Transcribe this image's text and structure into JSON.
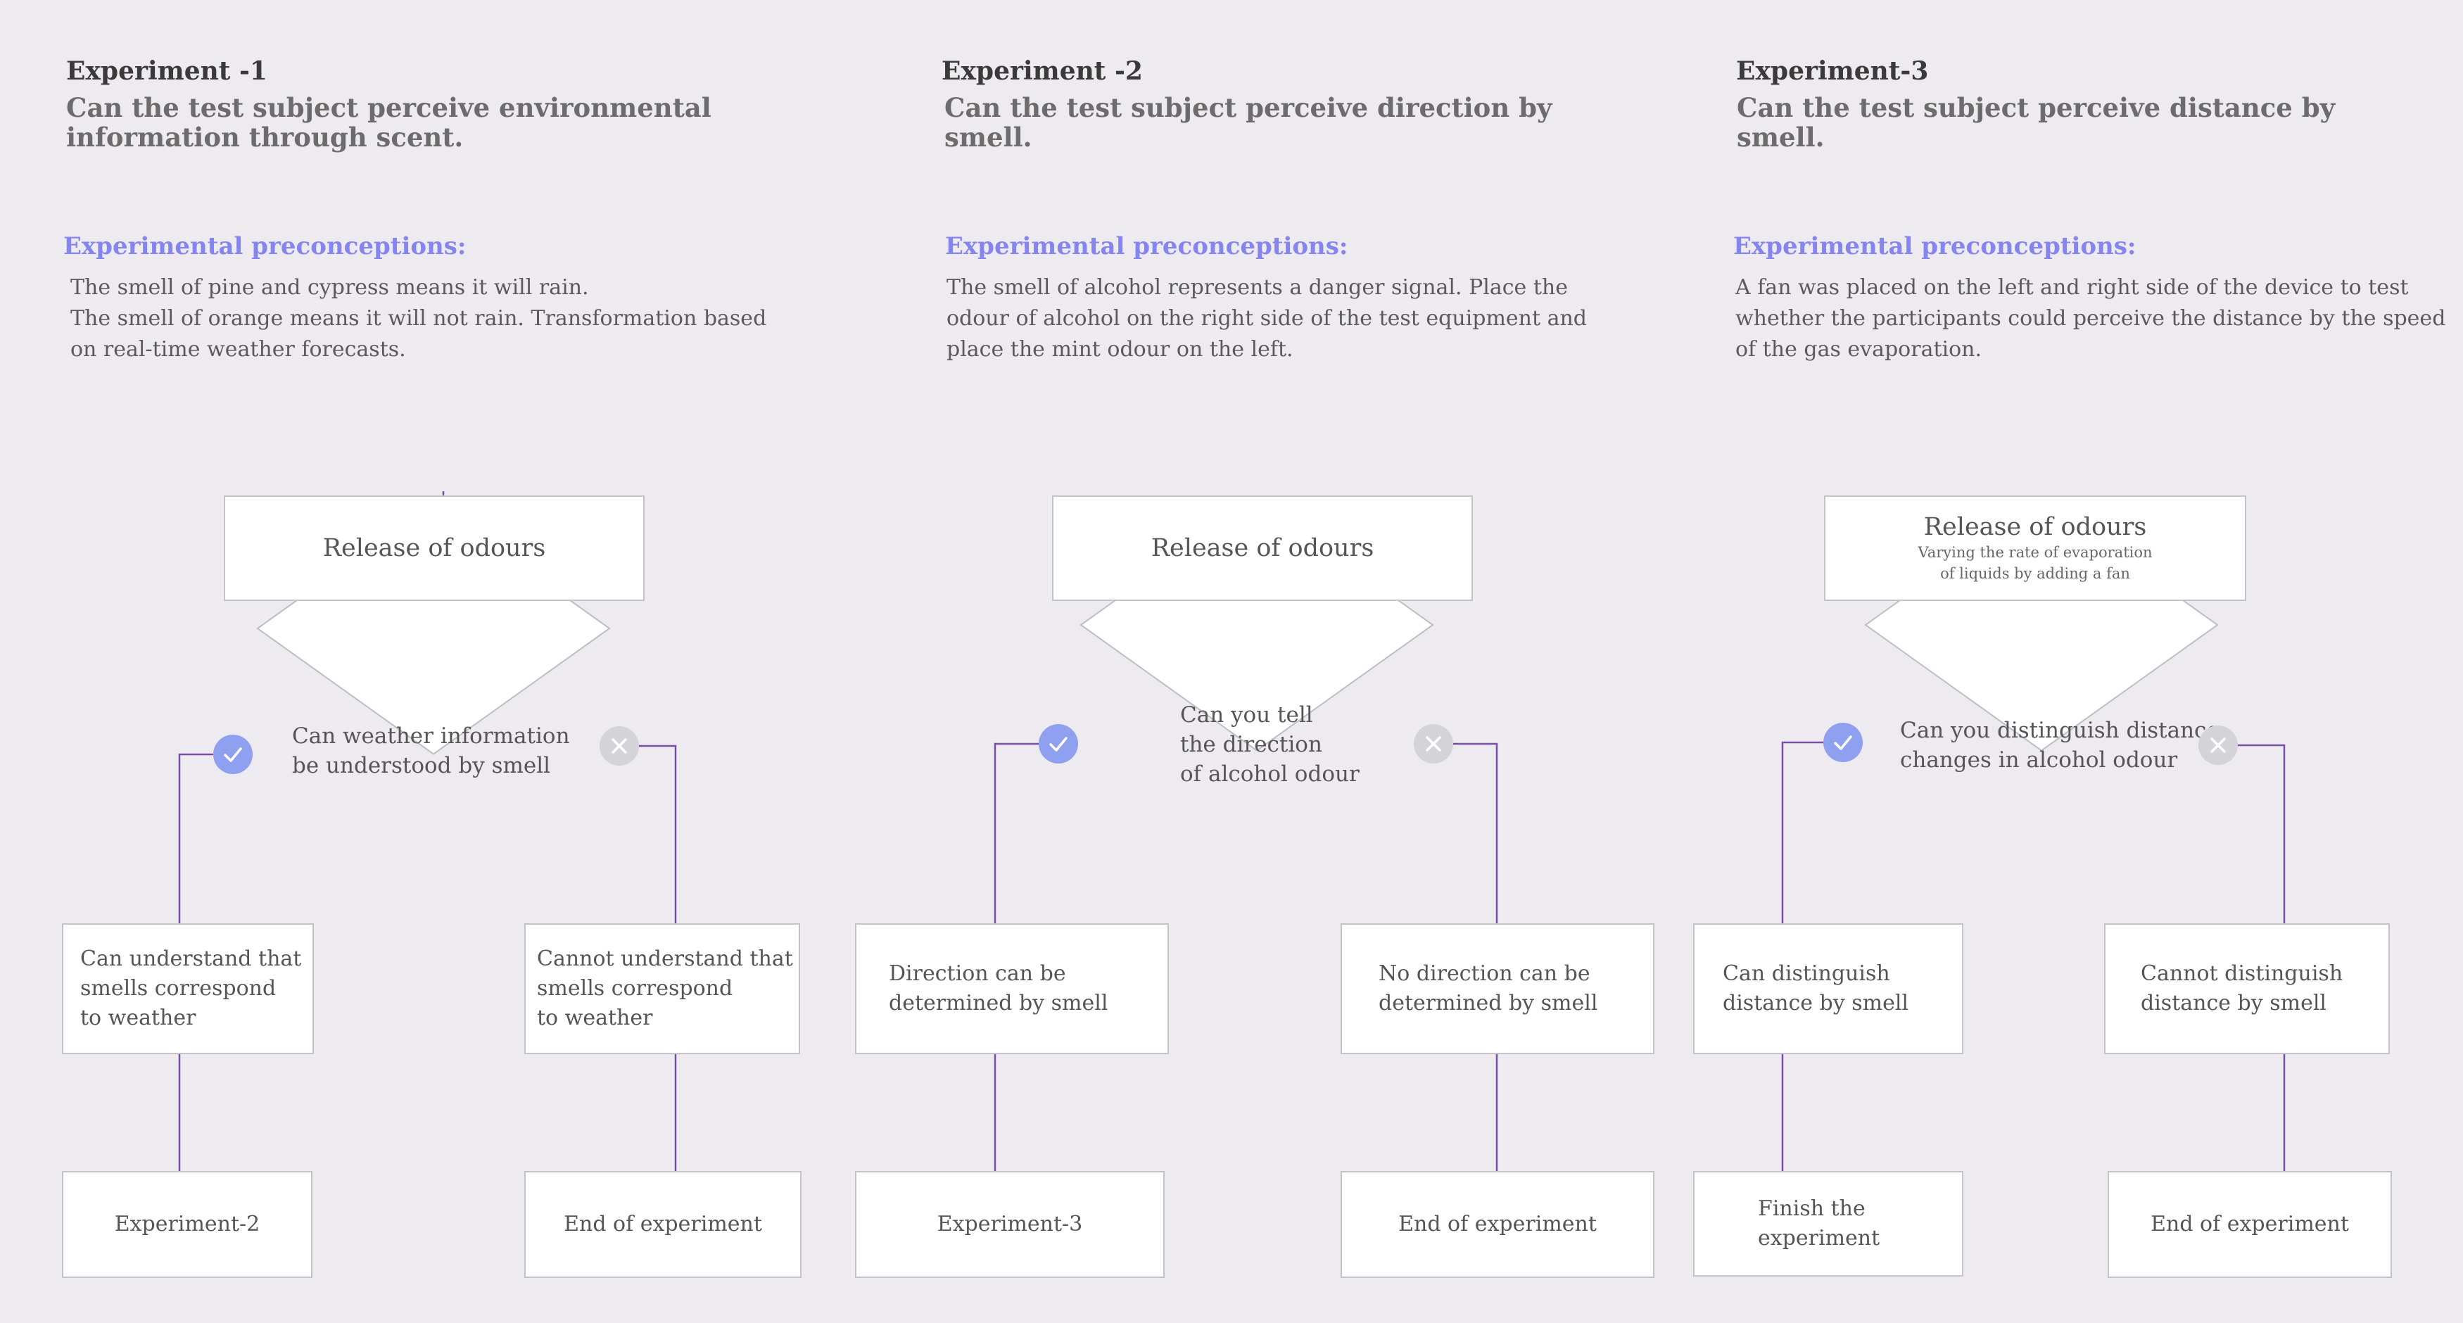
{
  "experiments": [
    {
      "title": "Experiment -1",
      "question": [
        "Can the test subject perceive environmental",
        "information through scent."
      ],
      "preconceptions_label": "Experimental preconceptions:",
      "preconceptions": [
        "The smell of pine and cypress means it will rain.",
        "The smell of orange means it will not rain. Transformation based",
        "on real-time weather forecasts."
      ],
      "release": {
        "title": "Release of odours",
        "subtitle": []
      },
      "decision": [
        "Can weather information",
        "be understood by smell"
      ],
      "yes_outcome": [
        "Can understand that",
        "smells correspond",
        "to weather"
      ],
      "no_outcome": [
        "Cannot understand that",
        "smells correspond",
        "to weather"
      ],
      "yes_next": [
        "Experiment-2"
      ],
      "no_next": [
        "End of experiment"
      ]
    },
    {
      "title": "Experiment -2",
      "question": [
        "Can the test subject perceive direction by smell."
      ],
      "preconceptions_label": "Experimental preconceptions:",
      "preconceptions": [
        "The smell of alcohol represents a danger signal. Place the",
        "odour of alcohol on the right side of the test equipment and",
        "place the mint odour on the left."
      ],
      "release": {
        "title": "Release of odours",
        "subtitle": []
      },
      "decision": [
        "Can you tell",
        "the direction",
        "of alcohol odour"
      ],
      "yes_outcome": [
        "Direction can be",
        "determined by smell"
      ],
      "no_outcome": [
        "No direction can be",
        "determined by smell"
      ],
      "yes_next": [
        "Experiment-3"
      ],
      "no_next": [
        "End of experiment"
      ]
    },
    {
      "title": "Experiment-3",
      "question": [
        "Can the test subject perceive distance by smell."
      ],
      "preconceptions_label": "Experimental preconceptions:",
      "preconceptions": [
        "A fan was placed on the left and right side of the device to test",
        "whether the participants could perceive the distance by the speed",
        "of the gas evaporation."
      ],
      "release": {
        "title": "Release of odours",
        "subtitle": [
          "Varying the rate of evaporation",
          "of liquids by adding a fan"
        ]
      },
      "decision": [
        "Can you distinguish distance",
        "changes in alcohol odour"
      ],
      "yes_outcome": [
        "Can distinguish",
        "distance  by smell"
      ],
      "no_outcome": [
        "Cannot distinguish",
        "distance by smell"
      ],
      "yes_next": [
        "Finish the",
        "experiment"
      ],
      "no_next": [
        "End of experiment"
      ]
    }
  ],
  "colors": {
    "background": "#edeaf0",
    "connector": "#7a4ea6",
    "accent": "#8585f0",
    "yes_badge": "#8fa0f0",
    "no_badge": "#d4d4d8"
  },
  "icons": {
    "yes": "check-icon",
    "no": "cross-icon"
  }
}
